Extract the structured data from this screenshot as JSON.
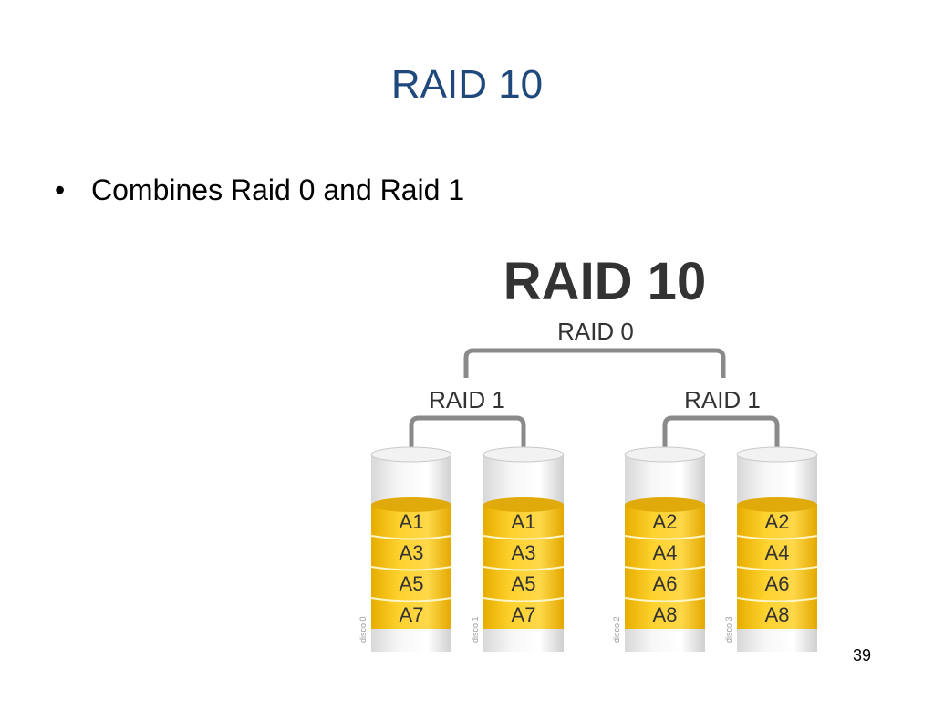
{
  "slide": {
    "title": "RAID 10",
    "bullets": [
      "Combines Raid 0 and Raid 1"
    ],
    "page_number": "39"
  },
  "diagram": {
    "title": "RAID 10",
    "top_label": "RAID 0",
    "groups": [
      {
        "label": "RAID 1",
        "disks": [
          {
            "name": "disco 0",
            "blocks": [
              "A1",
              "A3",
              "A5",
              "A7"
            ]
          },
          {
            "name": "disco 1",
            "blocks": [
              "A1",
              "A3",
              "A5",
              "A7"
            ]
          }
        ]
      },
      {
        "label": "RAID 1",
        "disks": [
          {
            "name": "disco 2",
            "blocks": [
              "A2",
              "A4",
              "A6",
              "A8"
            ]
          },
          {
            "name": "disco 3",
            "blocks": [
              "A2",
              "A4",
              "A6",
              "A8"
            ]
          }
        ]
      }
    ],
    "colors": {
      "block_fill": "#f5c518",
      "block_dark": "#e0aa0a",
      "connector": "#8a8a8a",
      "cylinder_glass": "#eeeeee",
      "title_text": "#333333"
    }
  }
}
